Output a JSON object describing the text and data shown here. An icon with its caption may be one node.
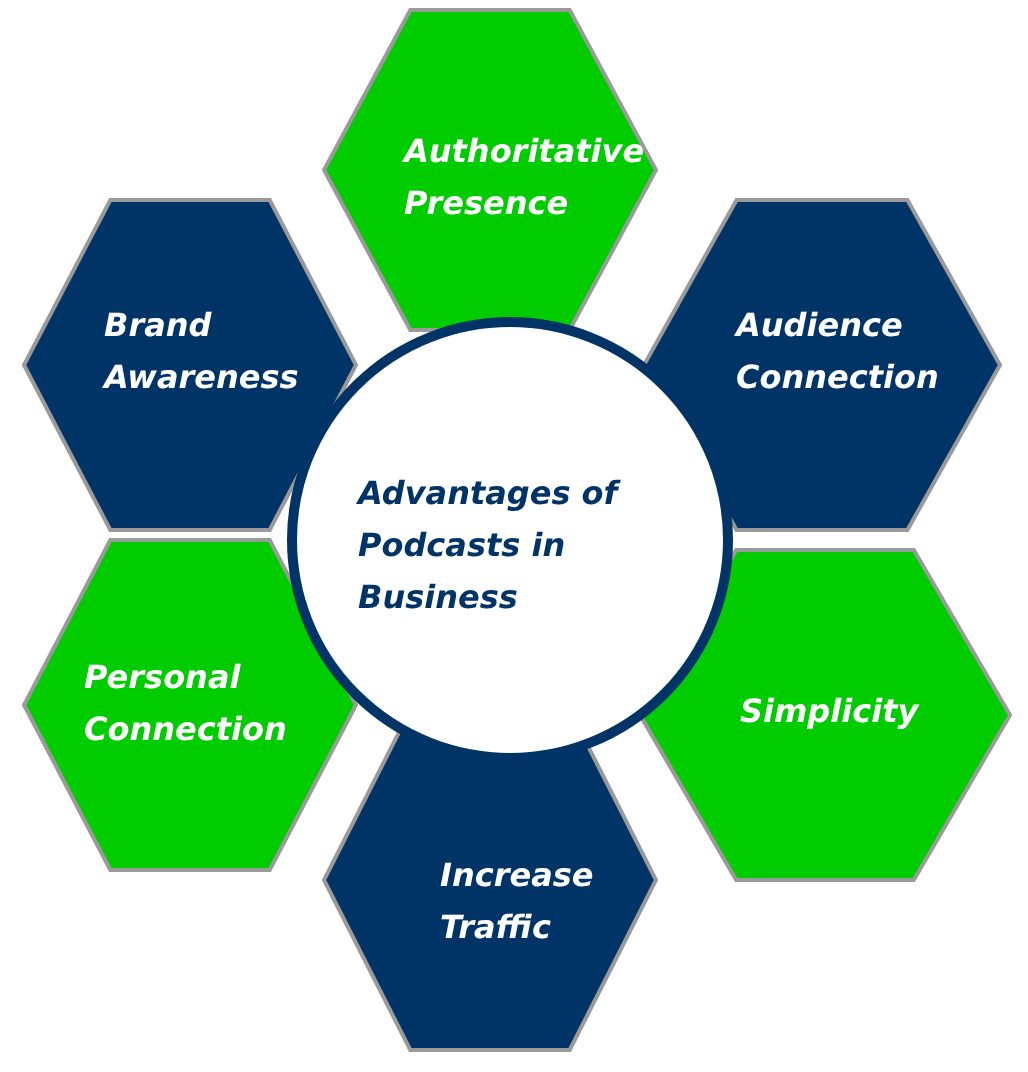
{
  "diagram": {
    "nodes": [
      {
        "text": [
          "Authoritative Presence"
        ]
      },
      {
        "text": [
          "Brand Awareness"
        ]
      },
      {
        "text": [
          "Audience Connection"
        ]
      },
      {
        "text": [
          "Advantages of Podcasts in Business"
        ]
      },
      {
        "text": [
          "Personal Connection"
        ]
      },
      {
        "text": [
          "Simplicity"
        ]
      },
      {
        "text": [
          "Increase Traffic"
        ]
      }
    ],
    "edges": []
  }
}
